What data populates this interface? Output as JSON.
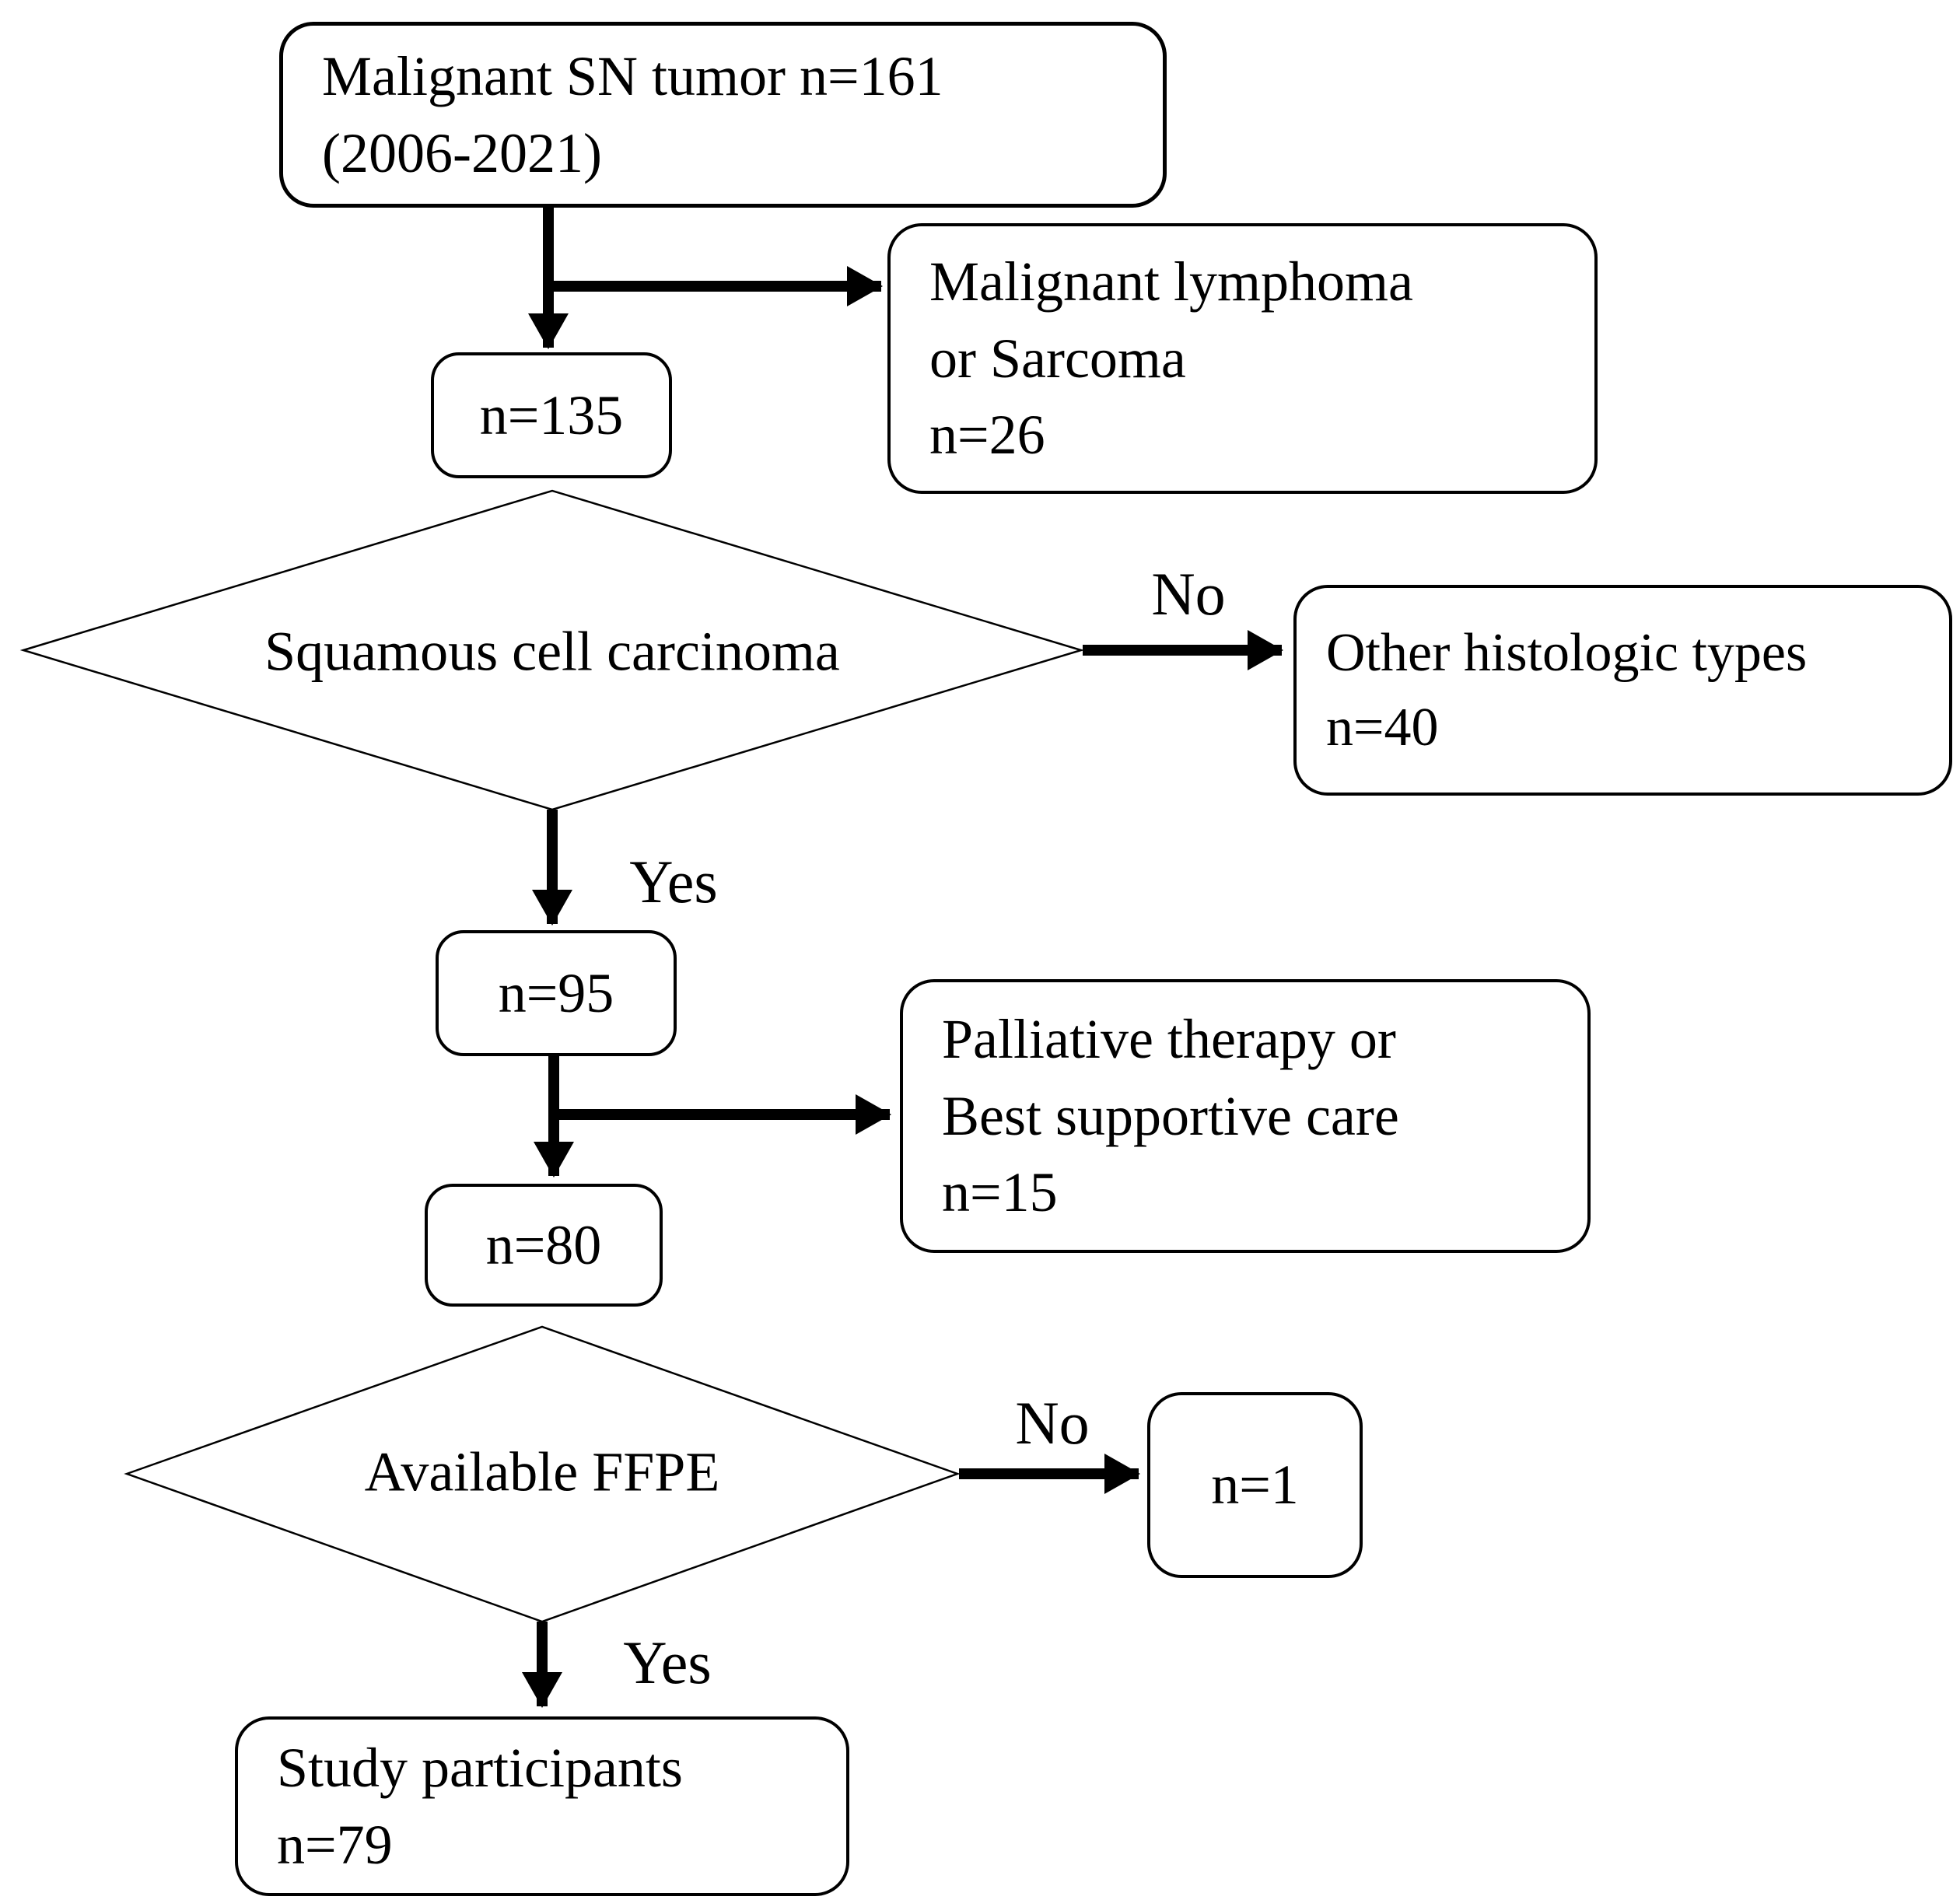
{
  "figure": {
    "title": "Study participant selection flowchart",
    "ink_color": "#000000",
    "background_color": "#ffffff"
  },
  "nodes": {
    "source": {
      "text": "Malignant SN tumor n=161\n(2006-2021)"
    },
    "excl_lymphoma": {
      "text": "Malignant lymphoma\nor Sarcoma\nn=26"
    },
    "n135": {
      "text": "n=135"
    },
    "decision_scc": {
      "text": "Squamous cell carcinoma"
    },
    "excl_histologic": {
      "text": "Other histologic types\nn=40"
    },
    "n95": {
      "text": "n=95"
    },
    "excl_palliative": {
      "text": "Palliative therapy or\nBest supportive care\nn=15"
    },
    "n80": {
      "text": "n=80"
    },
    "decision_ffpe": {
      "text": "Available FFPE"
    },
    "n1": {
      "text": "n=1"
    },
    "study": {
      "text": "Study participants\nn=79"
    }
  },
  "edge_labels": {
    "scc_no": "No",
    "scc_yes": "Yes",
    "ffpe_no": "No",
    "ffpe_yes": "Yes"
  }
}
